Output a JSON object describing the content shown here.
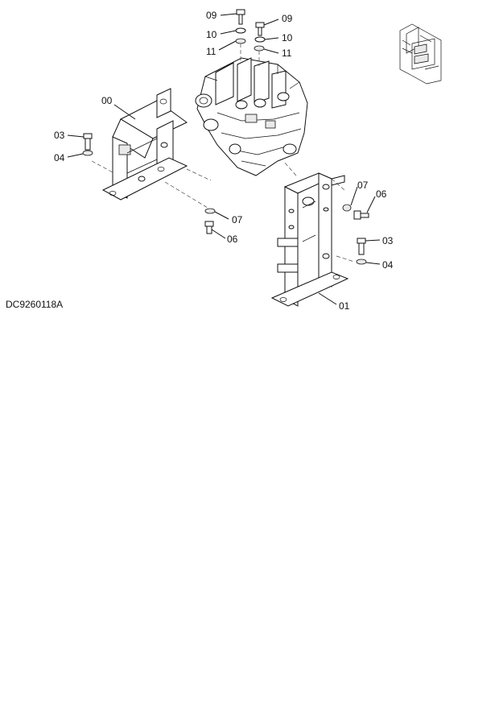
{
  "diagram": {
    "code": "DC9260118A",
    "callouts": [
      {
        "id": "c09a",
        "text": "09"
      },
      {
        "id": "c09b",
        "text": "09"
      },
      {
        "id": "c10a",
        "text": "10"
      },
      {
        "id": "c10b",
        "text": "10"
      },
      {
        "id": "c11a",
        "text": "11"
      },
      {
        "id": "c11b",
        "text": "11"
      },
      {
        "id": "c00",
        "text": "00"
      },
      {
        "id": "c03a",
        "text": "03"
      },
      {
        "id": "c04a",
        "text": "04"
      },
      {
        "id": "c07a",
        "text": "07"
      },
      {
        "id": "c06a",
        "text": "06"
      },
      {
        "id": "c07b",
        "text": "07"
      },
      {
        "id": "c06b",
        "text": "06"
      },
      {
        "id": "c03b",
        "text": "03"
      },
      {
        "id": "c04b",
        "text": "04"
      },
      {
        "id": "c01",
        "text": "01"
      }
    ]
  }
}
